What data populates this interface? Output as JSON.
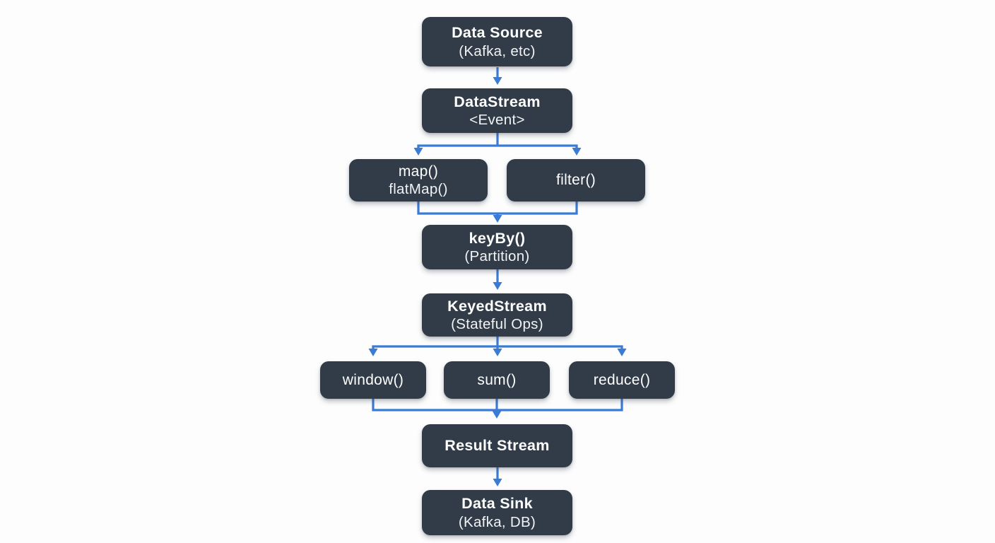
{
  "diagram": {
    "nodes": {
      "data_source": {
        "line1": "Data Source",
        "line2": "(Kafka, etc)"
      },
      "datastream": {
        "line1": "DataStream",
        "line2": "<Event>"
      },
      "map": {
        "line1": "map()",
        "line2": "flatMap()"
      },
      "filter": {
        "line1": "filter()"
      },
      "keyby": {
        "line1": "keyBy()",
        "line2": "(Partition)"
      },
      "keyedstream": {
        "line1": "KeyedStream",
        "line2": "(Stateful Ops)"
      },
      "window": {
        "line1": "window()"
      },
      "sum": {
        "line1": "sum()"
      },
      "reduce": {
        "line1": "reduce()"
      },
      "result_stream": {
        "line1": "Result Stream"
      },
      "data_sink": {
        "line1": "Data Sink",
        "line2": "(Kafka, DB)"
      }
    },
    "colors": {
      "node_fill": "#323c49",
      "node_text": "#ffffff",
      "arrow": "#3a7bd5",
      "background": "#fdfdfd"
    }
  }
}
